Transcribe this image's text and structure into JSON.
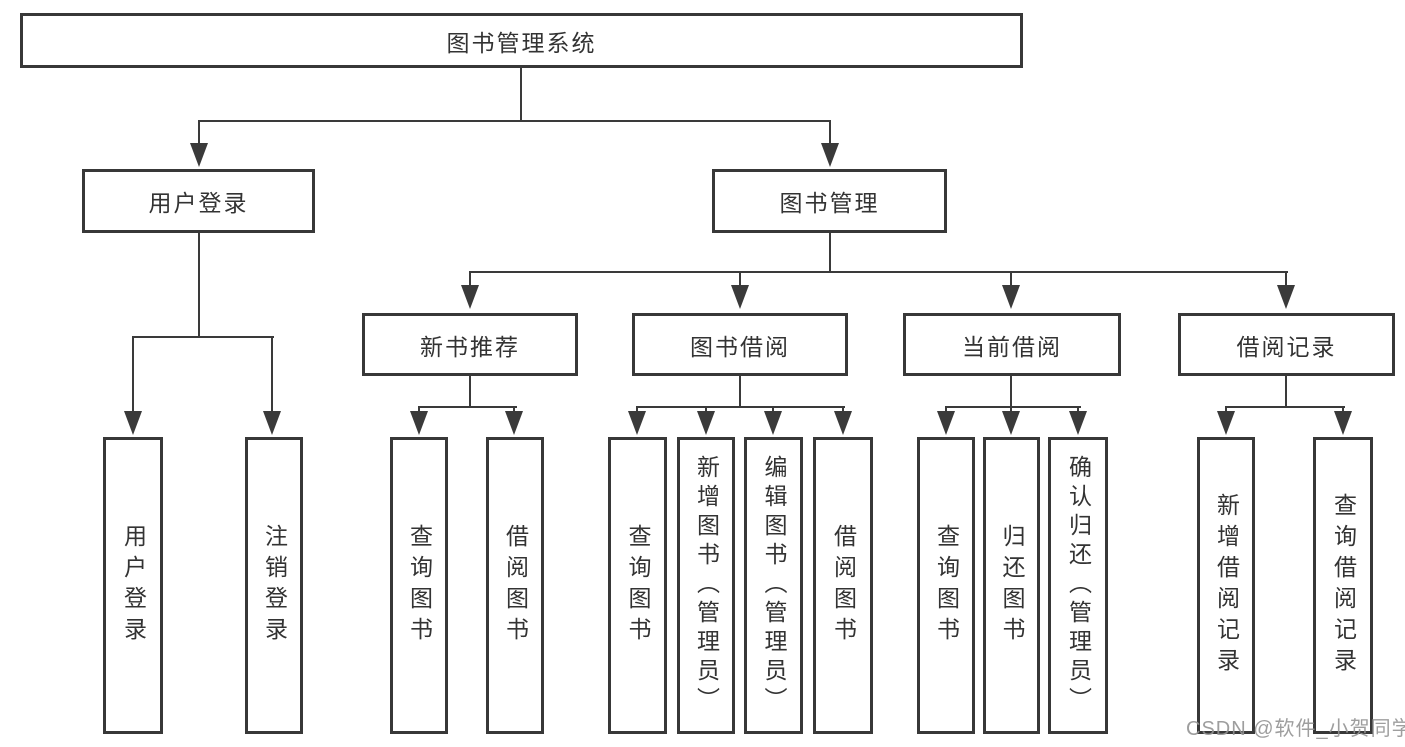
{
  "diagram": {
    "root": "图书管理系统",
    "level2": {
      "user_login": "用户登录",
      "book_mgmt": "图书管理"
    },
    "level3": {
      "new_books": "新书推荐",
      "book_borrow": "图书借阅",
      "current_borrow": "当前借阅",
      "borrow_records": "借阅记录"
    },
    "leaves": {
      "ul_login": "用户登录",
      "ul_logout": "注销登录",
      "nb_query": "查询图书",
      "nb_borrow": "借阅图书",
      "bb_query": "查询图书",
      "bb_add": "新增图书（管理员）",
      "bb_edit": "编辑图书（管理员）",
      "bb_borrow": "借阅图书",
      "cb_query": "查询图书",
      "cb_return": "归还图书",
      "cb_confirm": "确认归还（管理员）",
      "br_add": "新增借阅记录",
      "br_query": "查询借阅记录"
    },
    "watermark": "CSDN @软件_小贺同学",
    "colors": {
      "line": "#3a3a3a",
      "text": "#333333",
      "watermark": "#949494",
      "background": "#ffffff"
    }
  }
}
